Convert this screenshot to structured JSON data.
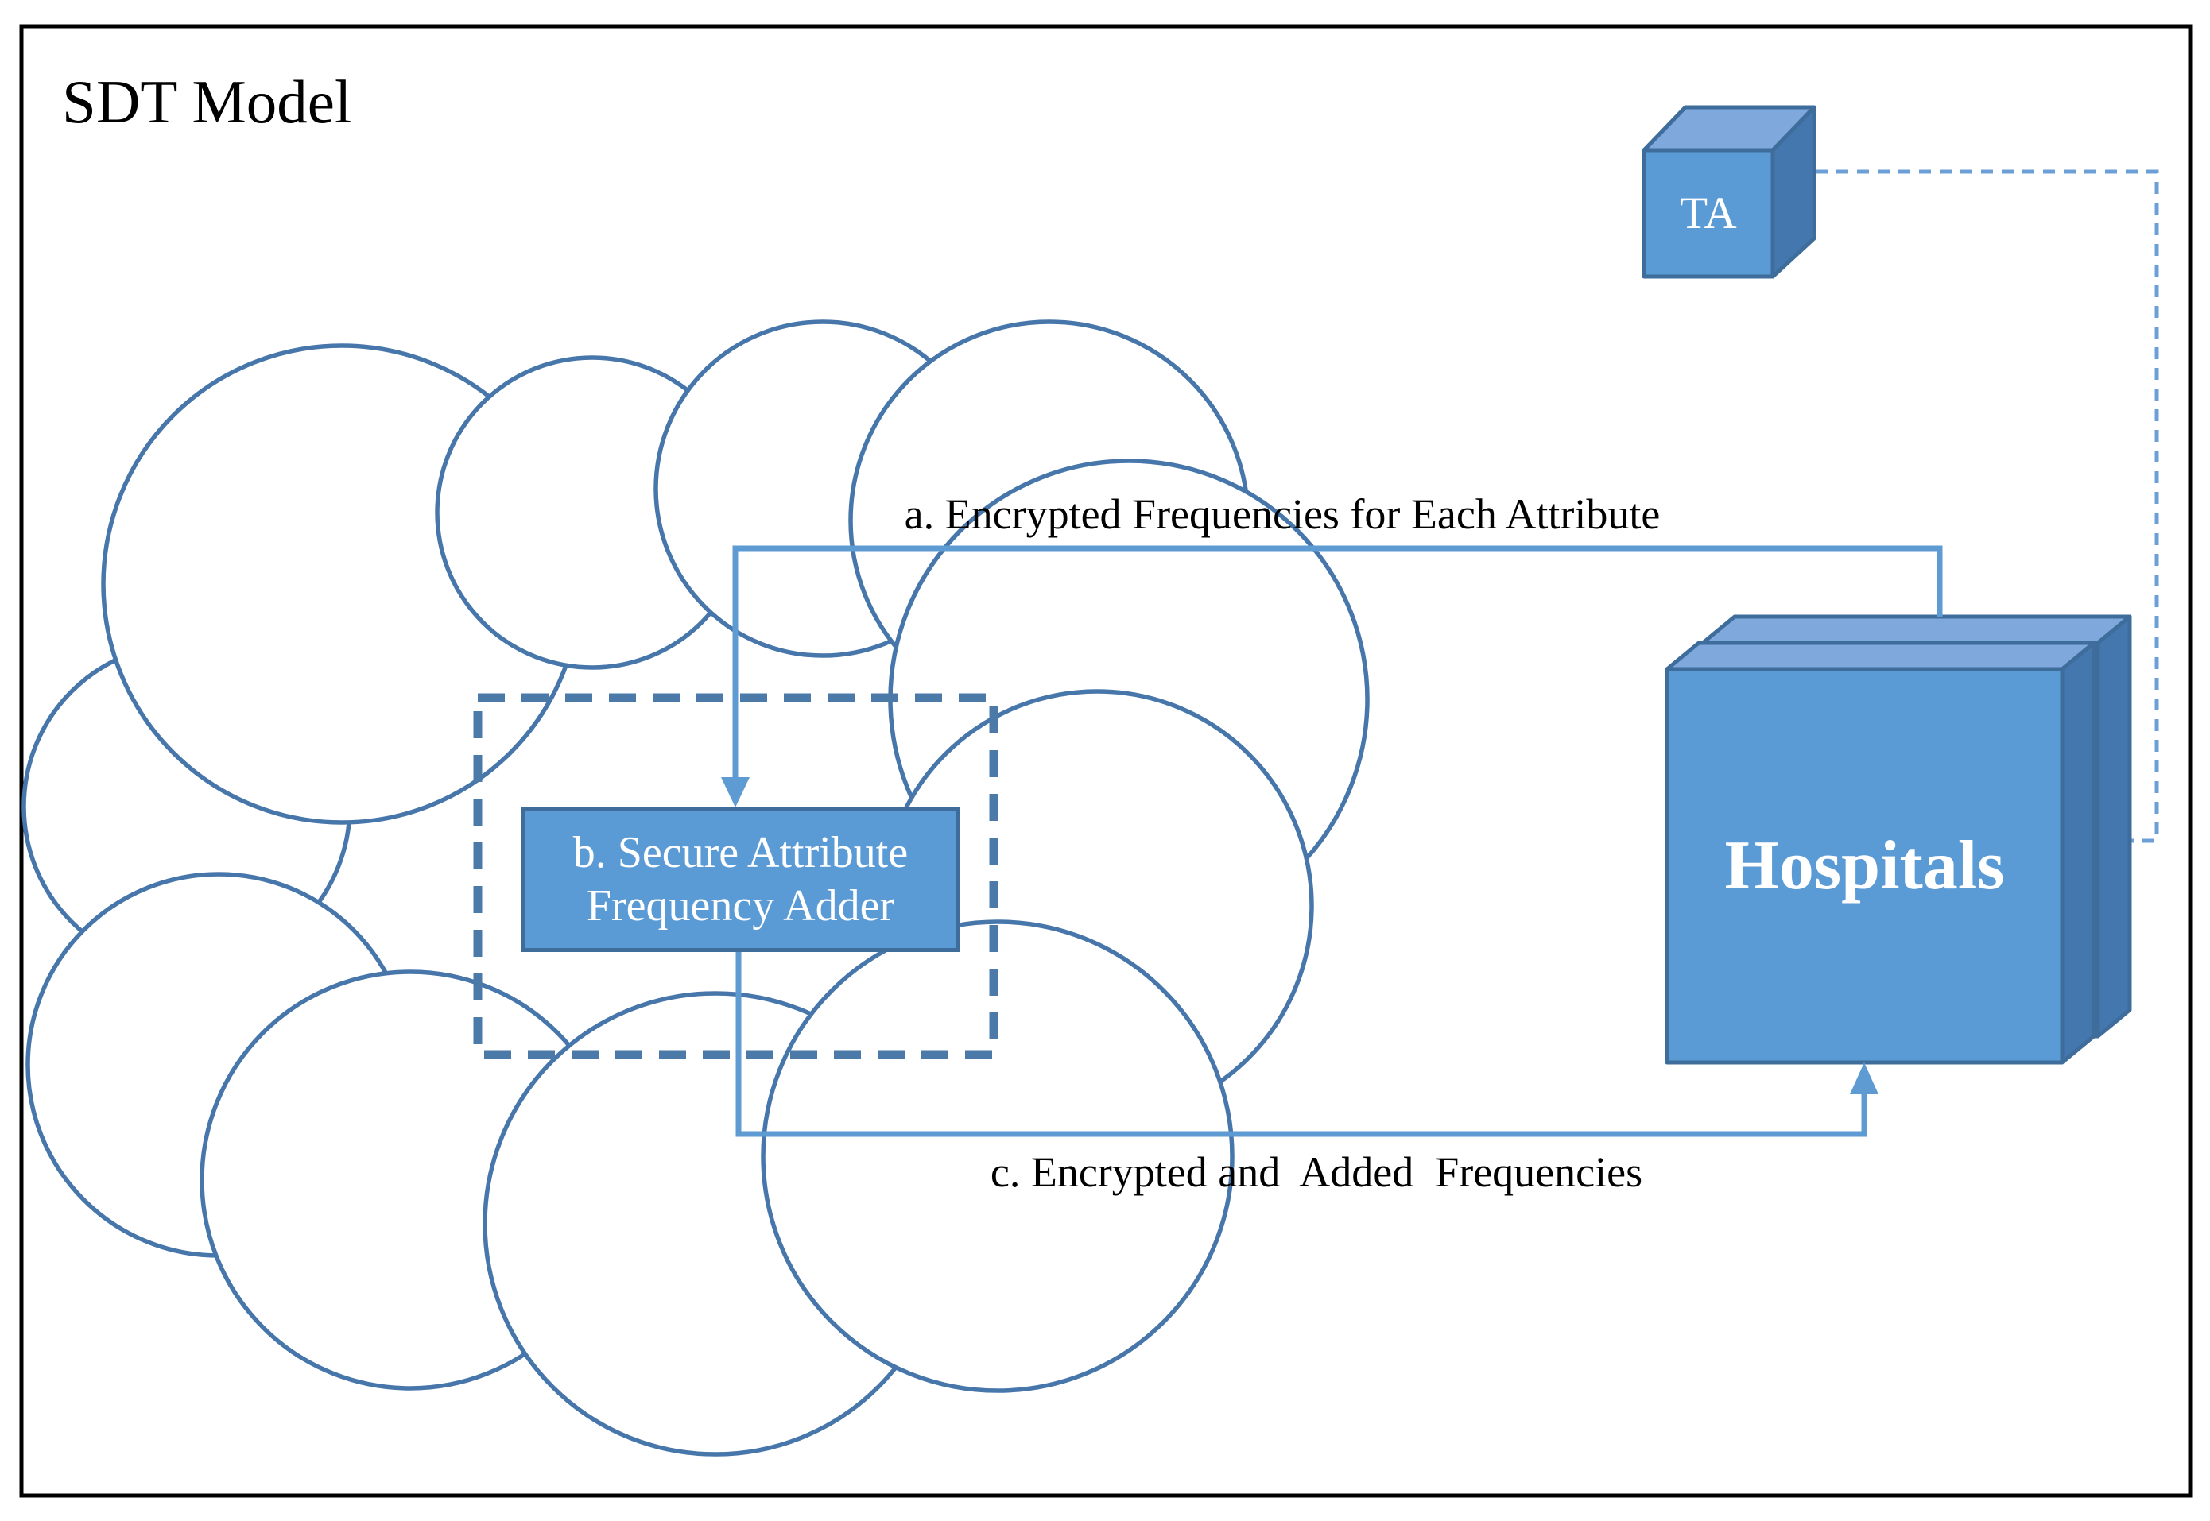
{
  "title": "SDT Model",
  "colors": {
    "background": "#FFFFFF",
    "frame": "#000000",
    "title_text": "#000000",
    "node_text": "#FFFFFF",
    "shape_fill": "#5B9BD5",
    "shape_top": "#7FA9DC",
    "shape_side": "#4377AE",
    "shape_outline": "#3E6D9C",
    "cloud_stroke": "#4776AB",
    "connector": "#5E9BD3",
    "dashed_connector": "#6C9FD6",
    "dashed_zone": "#4B7AA9"
  },
  "nodes": {
    "ta": {
      "label": "TA"
    },
    "hospitals": {
      "label": "Hospitals"
    },
    "adder": {
      "label_line1": "b. Secure Attribute",
      "label_line2": "Frequency Adder"
    }
  },
  "edges": {
    "a": {
      "label": "a. Encrypted Frequencies for Each Attribute",
      "from": "Hospitals",
      "to": "Secure Attribute Frequency Adder"
    },
    "c": {
      "label": "c. Encrypted and  Added  Frequencies",
      "from": "Secure Attribute Frequency Adder",
      "to": "Hospitals"
    },
    "ta_link": {
      "style": "dashed",
      "from": "TA",
      "to": "Hospitals"
    }
  }
}
